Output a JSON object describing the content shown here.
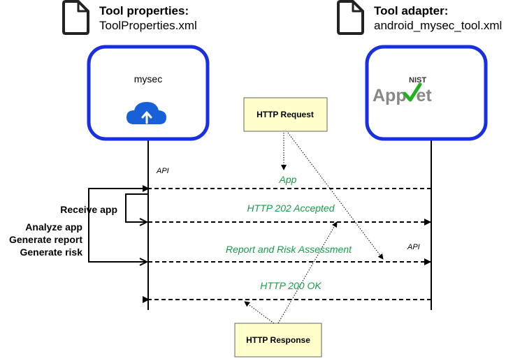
{
  "tool_properties": {
    "title": "Tool properties:",
    "file": "ToolProperties.xml"
  },
  "tool_adapter": {
    "title": "Tool adapter:",
    "file": "android_mysec_tool.xml"
  },
  "mysec_box": {
    "label": "mysec",
    "icon": "cloud-upload-icon"
  },
  "appvet_box": {
    "logo_small": "NIST",
    "logo_main": "AppVet"
  },
  "notes": {
    "request": "HTTP Request",
    "response": "HTTP Response"
  },
  "messages": {
    "app": "App",
    "accepted": "HTTP 202 Accepted",
    "report": "Report and Risk Assessment",
    "ok": "HTTP 200 OK"
  },
  "api_labels": {
    "left": "API",
    "right": "API"
  },
  "left_steps": {
    "receive": "Receive app",
    "analyze": "Analyze app",
    "generate_report": "Generate report",
    "generate_risk": "Generate risk"
  },
  "colors": {
    "box_border": "#1a2fe0",
    "cloud": "#1860d8",
    "green_text": "#1a9a4a",
    "note_fill": "#ffffcc",
    "appvet_grey": "#888888",
    "appvet_check": "#22b022"
  }
}
